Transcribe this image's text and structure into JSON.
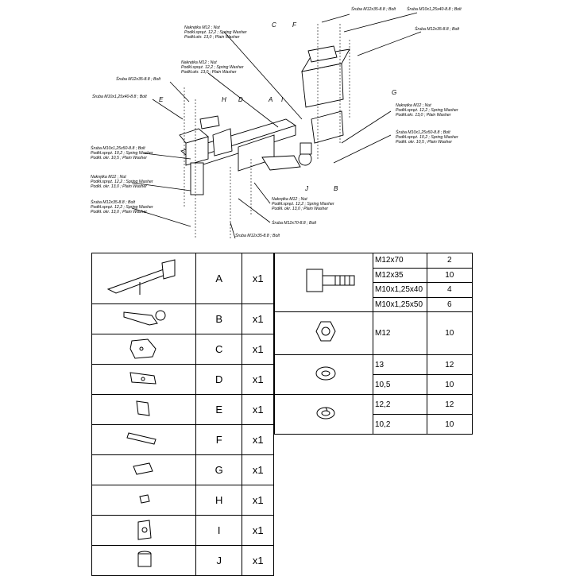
{
  "diagram": {
    "letters": [
      "C",
      "F",
      "G",
      "A",
      "D",
      "H",
      "E",
      "I",
      "B",
      "J"
    ],
    "callouts": {
      "top_bolt_m12x35": "Śruba M12x35-8.8 ; Bolt",
      "top_bolt_m10x40": "Śruba M10x1,25x40-8.8 ; Bolt",
      "right_bolt_m12x35": "Śruba M12x35-8.8 ; Bolt",
      "nut_top_1": "Nakrętka M12 ; Nut",
      "spring_top_1": "Podkł.spręż. 12,2 ; Spring Washer",
      "plain_top_1": "Podkł.okr. 13,0 ; Plain Washer",
      "nut_top_2": "Nakrętka M12 ; Nut",
      "spring_top_2": "Podkł.spręż. 12,2 ; Spring Washer",
      "plain_top_2": "Podkł.okr. 13,0 ; Plain Washer",
      "left_bolt_m12x35": "Śruba M12x35-8.8 ; Bolt",
      "left_bolt_m10x40": "Śruba M10x1,25x40-8.8 ; Bolt",
      "right_nut": "Nakrętka M12 ; Nut",
      "right_spring": "Podkł.spręż. 12,2 ; Spring Washer",
      "right_plain": "Podkł.okr. 13,0 ; Plain Washer",
      "right_bolt_m10x50": "Śruba M10x1,25x50-8.8 ; Bolt",
      "right_spring_10": "Podkł.spręż. 10,2 ; Spring Washer",
      "right_plain_10": "Podkł. okr. 10,5 ; Plain Washer",
      "left_bolt_m10x50": "Śruba M10x1,25x50-8.8 ; Bolt",
      "left_spring_10": "Podkł.spręż. 10,2 ; Spring Washer",
      "left_plain_10": "Podkł. okr. 10,5 ; Plain Washer",
      "left_nut": "Nakrętka M12 ; Nut",
      "left_spring": "Podkł.spręż. 12,2 ; Spring Washer",
      "left_plain": "Podkł. okr. 13,0 ; Plain Washer",
      "bottom_left_bolt": "Śruba M12x35-8.8 ; Bolt",
      "bottom_left_spring": "Podkł.spręż. 12,2 ; Spring Washer",
      "bottom_left_plain": "Podkł. okr. 13,0 ; Plain Washer",
      "bottom_nut": "Nakrętka M12 ; Nut",
      "bottom_spring": "Podkł.spręż. 12,2 ; Spring Washer",
      "bottom_plain": "Podkł. okr. 13,0 ; Plain Washer",
      "bottom_bolt_m12x70": "Śruba M12x70-8.8 ; Bolt",
      "bottom_bolt_m12x35": "Śruba M12x35-8.8 ; Bolt"
    }
  },
  "parts": [
    {
      "letter": "A",
      "qty": "x1"
    },
    {
      "letter": "B",
      "qty": "x1"
    },
    {
      "letter": "C",
      "qty": "x1"
    },
    {
      "letter": "D",
      "qty": "x1"
    },
    {
      "letter": "E",
      "qty": "x1"
    },
    {
      "letter": "F",
      "qty": "x1"
    },
    {
      "letter": "G",
      "qty": "x1"
    },
    {
      "letter": "H",
      "qty": "x1"
    },
    {
      "letter": "I",
      "qty": "x1"
    },
    {
      "letter": "J",
      "qty": "x1"
    }
  ],
  "hardware": {
    "bolts": [
      {
        "size": "M12x70",
        "qty": "2"
      },
      {
        "size": "M12x35",
        "qty": "10"
      },
      {
        "size": "M10x1,25x40",
        "qty": "4"
      },
      {
        "size": "M10x1,25x50",
        "qty": "6"
      }
    ],
    "nuts": [
      {
        "size": "M12",
        "qty": "10"
      }
    ],
    "plain_washers": [
      {
        "size": "13",
        "qty": "12"
      },
      {
        "size": "10,5",
        "qty": "10"
      }
    ],
    "spring_washers": [
      {
        "size": "12,2",
        "qty": "12"
      },
      {
        "size": "10,2",
        "qty": "10"
      }
    ]
  }
}
